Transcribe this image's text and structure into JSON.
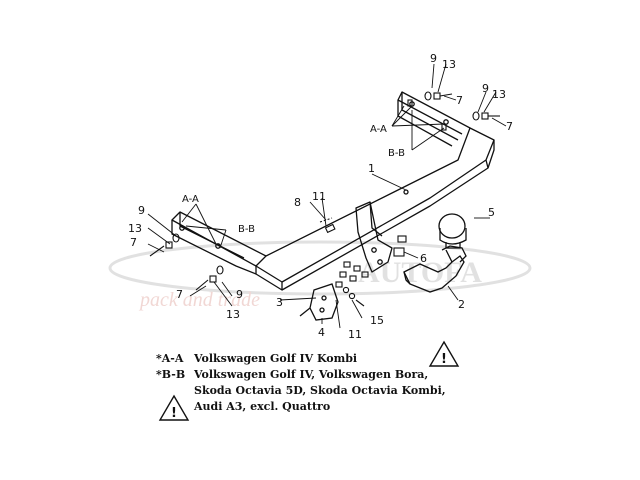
{
  "watermark": {
    "brand": "AUTOFA",
    "sub": "pack and trade"
  },
  "section_markers": {
    "top_aa": "A-A",
    "top_bb": "B-B",
    "left_aa": "A-A",
    "left_bb": "B-B"
  },
  "callouts": {
    "c1": "1",
    "c2": "2",
    "c3": "3",
    "c4": "4",
    "c5": "5",
    "c6": "6",
    "c8": "8",
    "c11_center": "11",
    "c11_bottom": "11",
    "c15": "15",
    "c9_top": "9",
    "c13_top": "13",
    "c7_top": "7",
    "c9_top2": "9",
    "c13_top2": "13",
    "c7_top2": "7",
    "c9_left": "9",
    "c13_left": "13",
    "c7_left": "7",
    "c7_bottom": "7",
    "c9_bottom": "9",
    "c13_bottom": "13"
  },
  "legend": {
    "aa_key": "*A-A",
    "aa_text": "Volkswagen Golf IV Kombi",
    "bb_key": "*B-B",
    "bb_line1": "Volkswagen Golf IV, Volkswagen Bora,",
    "bb_line2": "Skoda Octavia 5D, Skoda Octavia Kombi,",
    "bb_line3": "Audi A3, excl. Quattro"
  },
  "colors": {
    "line": "#111111",
    "watermark": "#c9c9c9",
    "watermark_red": "#e6b8b2"
  },
  "icons": [
    "warning-triangle-icon",
    "warning-triangle-icon"
  ]
}
